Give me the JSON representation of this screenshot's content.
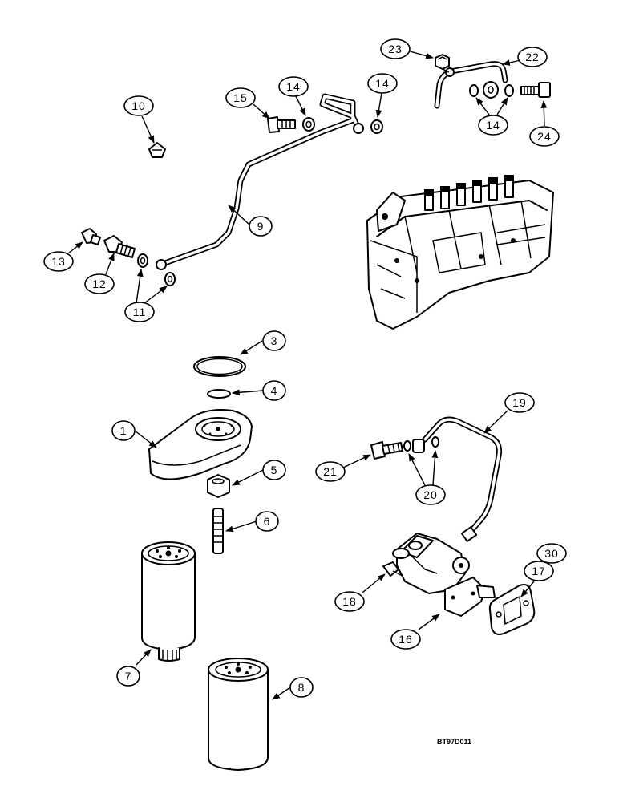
{
  "figure_code": "BT97D011",
  "callouts": {
    "c1": "1",
    "c3": "3",
    "c4": "4",
    "c5": "5",
    "c6": "6",
    "c7": "7",
    "c8": "8",
    "c9": "9",
    "c10": "10",
    "c11": "11",
    "c12": "12",
    "c13": "13",
    "c14a": "14",
    "c14b": "14",
    "c14c": "14",
    "c15": "15",
    "c16": "16",
    "c17": "17",
    "c18": "18",
    "c19": "19",
    "c20": "20",
    "c21": "21",
    "c22": "22",
    "c23": "23",
    "c24": "24",
    "c30": "30"
  }
}
